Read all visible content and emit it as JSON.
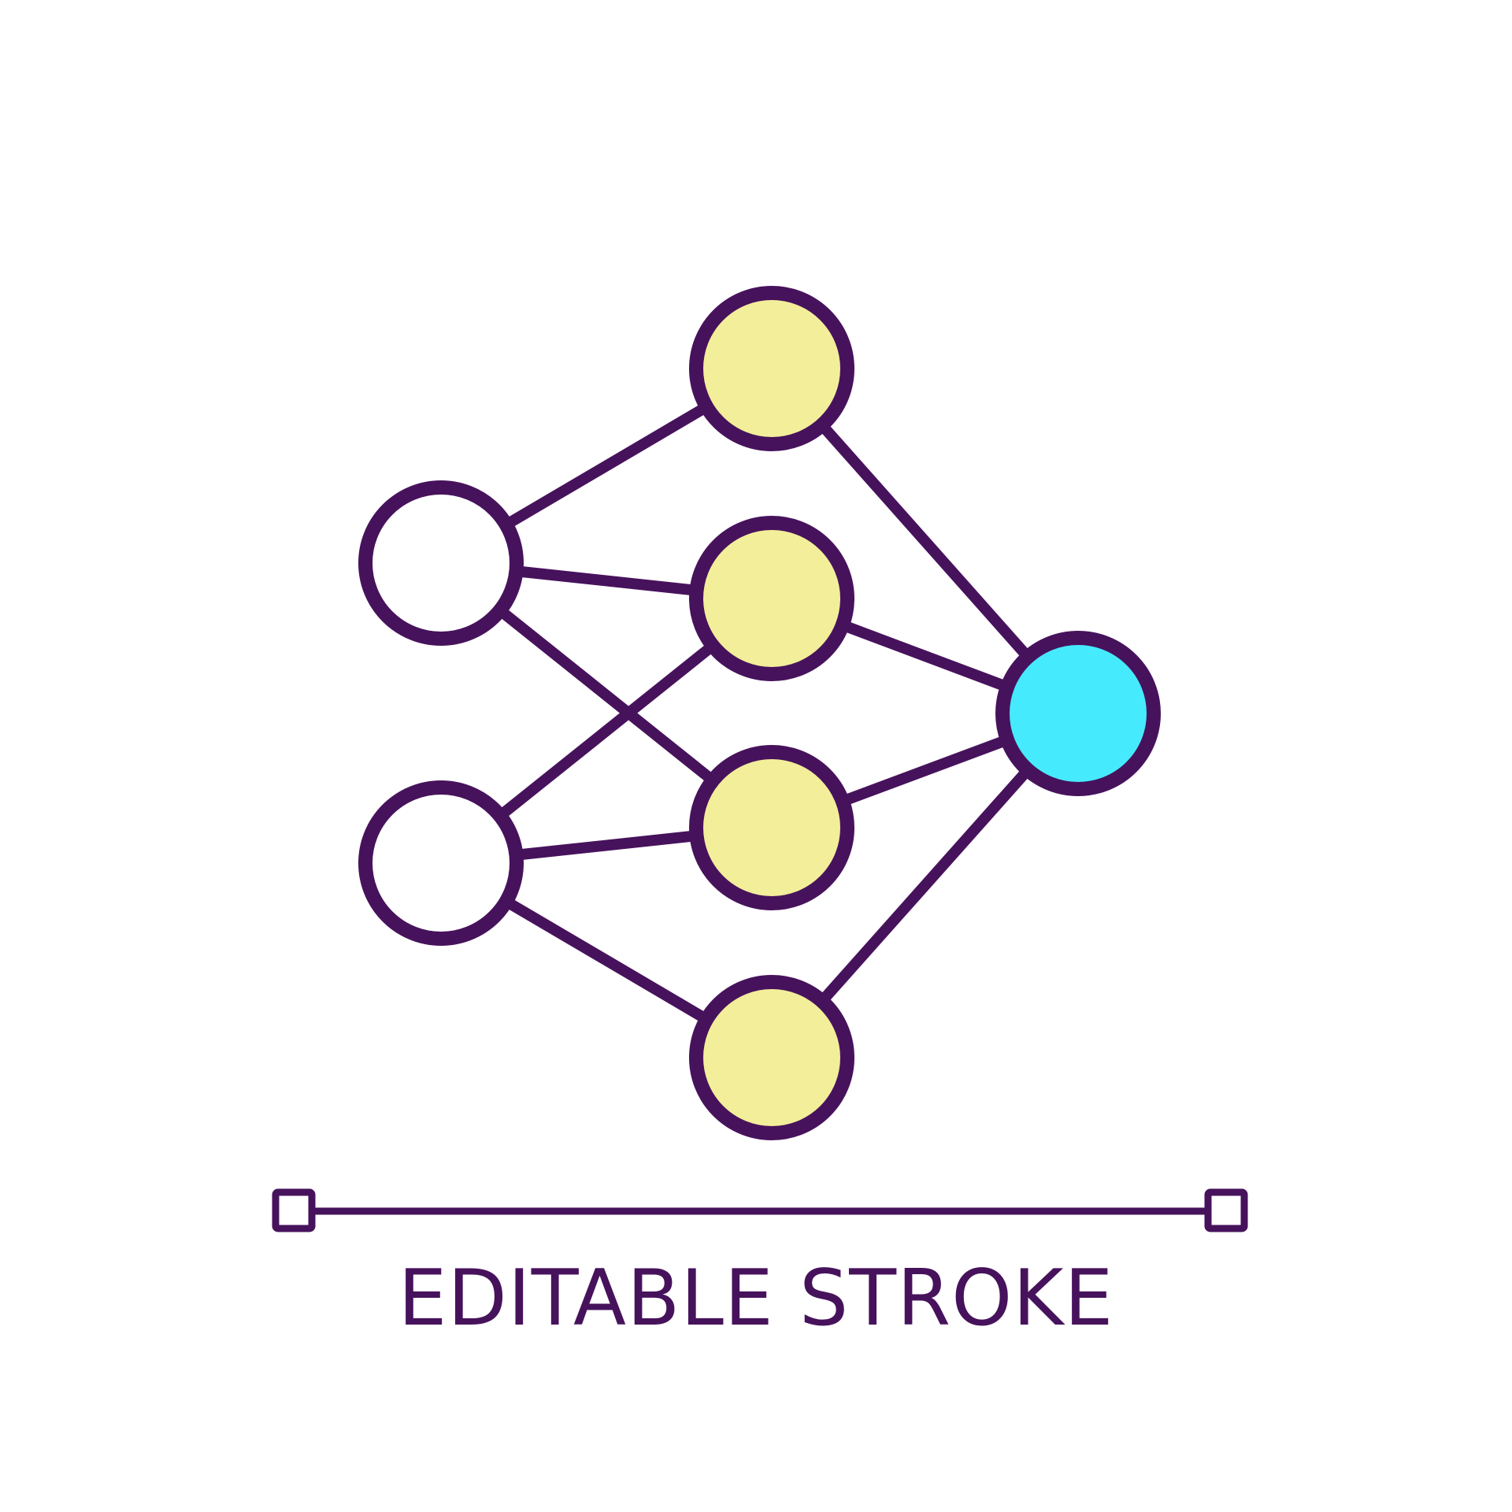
{
  "caption": "EDITABLE STROKE",
  "colors": {
    "stroke": "#47125c",
    "input_fill": "#ffffff",
    "hidden_fill": "#f3ee9a",
    "output_fill": "#46eafd",
    "background": "#ffffff"
  },
  "diagram": {
    "layers": [
      {
        "name": "input",
        "nodes": [
          "input-node-1",
          "input-node-2"
        ]
      },
      {
        "name": "hidden",
        "nodes": [
          "hidden-node-1",
          "hidden-node-2",
          "hidden-node-3",
          "hidden-node-4"
        ]
      },
      {
        "name": "output",
        "nodes": [
          "output-node"
        ]
      }
    ],
    "edges": [
      [
        "input-node-1",
        "hidden-node-1"
      ],
      [
        "input-node-1",
        "hidden-node-2"
      ],
      [
        "input-node-1",
        "hidden-node-3"
      ],
      [
        "input-node-2",
        "hidden-node-2"
      ],
      [
        "input-node-2",
        "hidden-node-3"
      ],
      [
        "input-node-2",
        "hidden-node-4"
      ],
      [
        "hidden-node-1",
        "output-node"
      ],
      [
        "hidden-node-2",
        "output-node"
      ],
      [
        "hidden-node-3",
        "output-node"
      ],
      [
        "hidden-node-4",
        "output-node"
      ]
    ]
  }
}
